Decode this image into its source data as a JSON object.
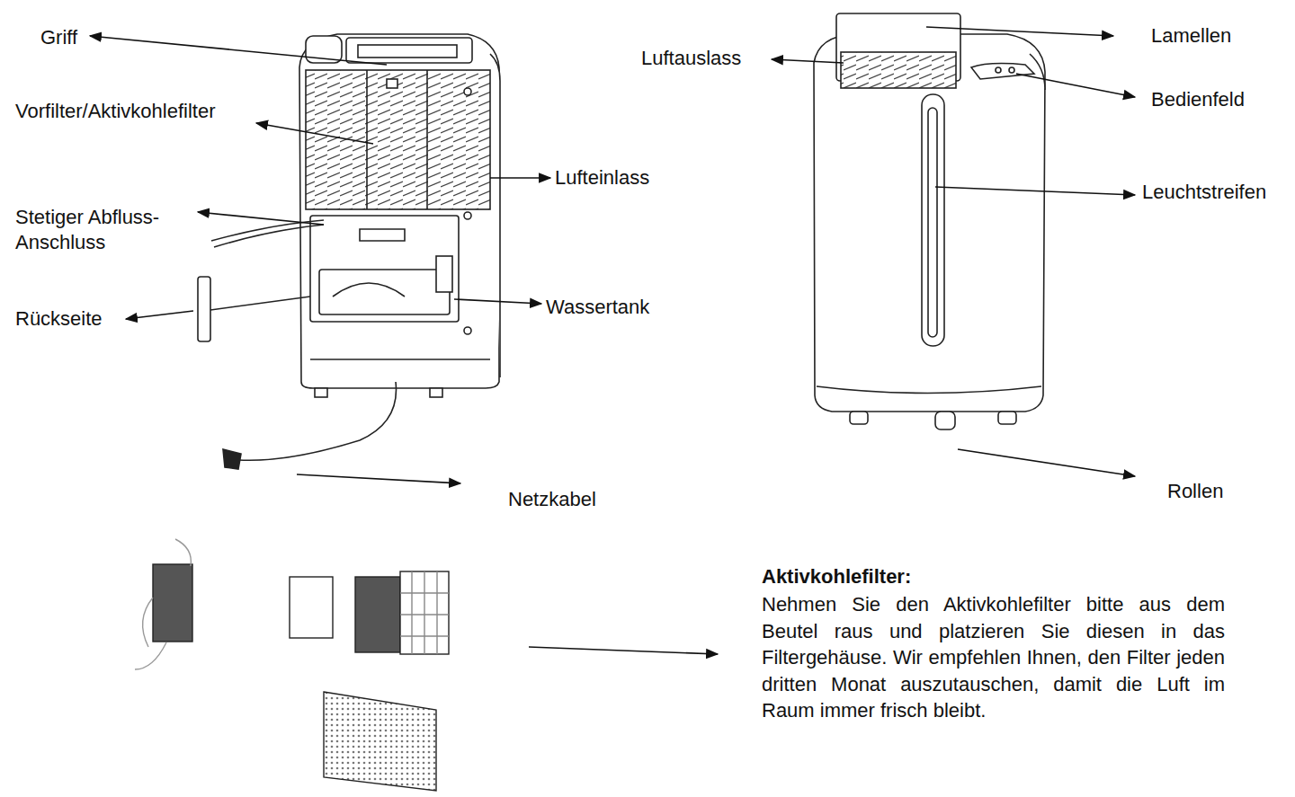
{
  "diagram": {
    "labels": [
      "Griff",
      "Vorfilter/Aktivkohlefilter",
      "Lufteinlass",
      "Stetiger Abfluss- Anschluss",
      "Rückseite",
      "Wassertank",
      "Netzkabel",
      "Luftauslass",
      "Lamellen",
      "Bedienfeld",
      "Leuchtstreifen",
      "Rollen",
      "Aktivkohlefilter:",
      "Nehmen Sie den Aktivkohlefilter bitte aus dem Beutel raus und platzieren Sie diesen in das Filtergehäuse. Wir empfehlen Ihnen, den Filter jeden dritten Monat auszutauschen, damit die Luft im Raum immer frisch bleibt."
    ]
  }
}
